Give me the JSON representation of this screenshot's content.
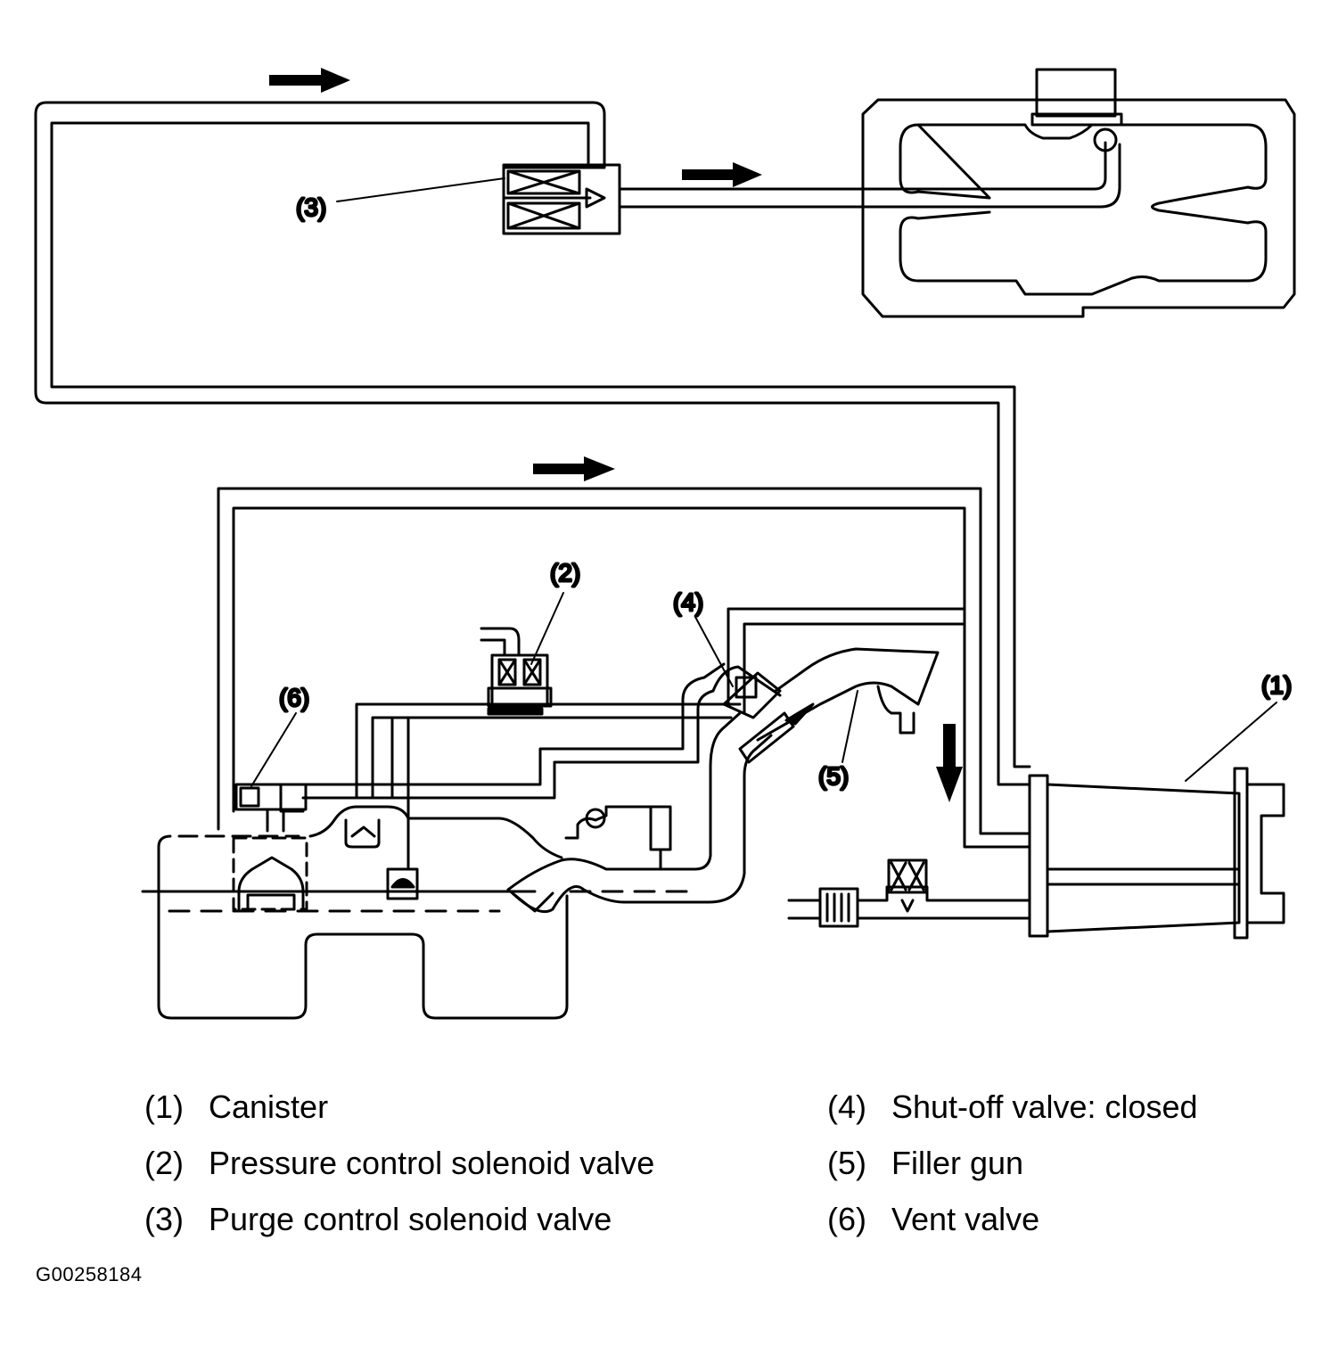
{
  "callouts": {
    "c1": "(1)",
    "c2": "(2)",
    "c3": "(3)",
    "c4": "(4)",
    "c5": "(5)",
    "c6": "(6)"
  },
  "legend": [
    {
      "num": "(1)",
      "text": "Canister"
    },
    {
      "num": "(2)",
      "text": "Pressure control solenoid valve"
    },
    {
      "num": "(3)",
      "text": "Purge control solenoid valve"
    },
    {
      "num": "(4)",
      "text": "Shut-off valve: closed"
    },
    {
      "num": "(5)",
      "text": "Filler gun"
    },
    {
      "num": "(6)",
      "text": "Vent valve"
    }
  ],
  "figure_id": "G00258184",
  "icons": [
    "flow-arrow-icon"
  ],
  "colors": {
    "line": "#000000",
    "background": "#ffffff"
  }
}
